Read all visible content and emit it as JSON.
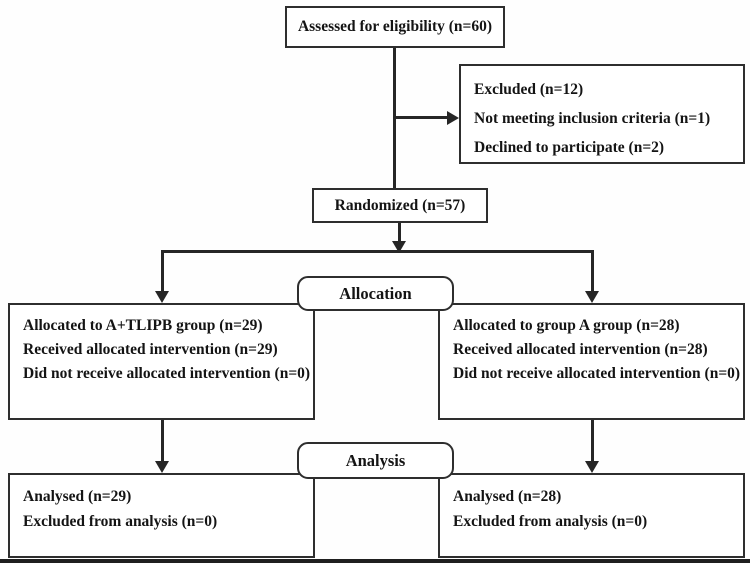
{
  "flow": {
    "assessed": {
      "label": "Assessed for eligibility (n=60)"
    },
    "excluded": {
      "lines": [
        "Excluded (n=12)",
        "Not meeting inclusion criteria (n=1)",
        "Declined to participate (n=2)"
      ]
    },
    "randomized": {
      "label": "Randomized (n=57)"
    },
    "allocation": {
      "stage_label": "Allocation",
      "left": {
        "lines": [
          "Allocated to A+TLIPB group (n=29)",
          "Received allocated intervention (n=29)",
          "Did not receive allocated intervention (n=0)"
        ]
      },
      "right": {
        "lines": [
          "Allocated to group A group (n=28)",
          "Received allocated intervention (n=28)",
          "Did not receive allocated intervention (n=0)"
        ]
      }
    },
    "analysis": {
      "stage_label": "Analysis",
      "left": {
        "lines": [
          "Analysed (n=29)",
          "Excluded from analysis (n=0)"
        ]
      },
      "right": {
        "lines": [
          "Analysed (n=28)",
          "Excluded from analysis (n=0)"
        ]
      }
    }
  },
  "colors": {
    "line": "#262626",
    "border": "#2e2e2e",
    "text": "#141414",
    "background": "#ffffff"
  }
}
